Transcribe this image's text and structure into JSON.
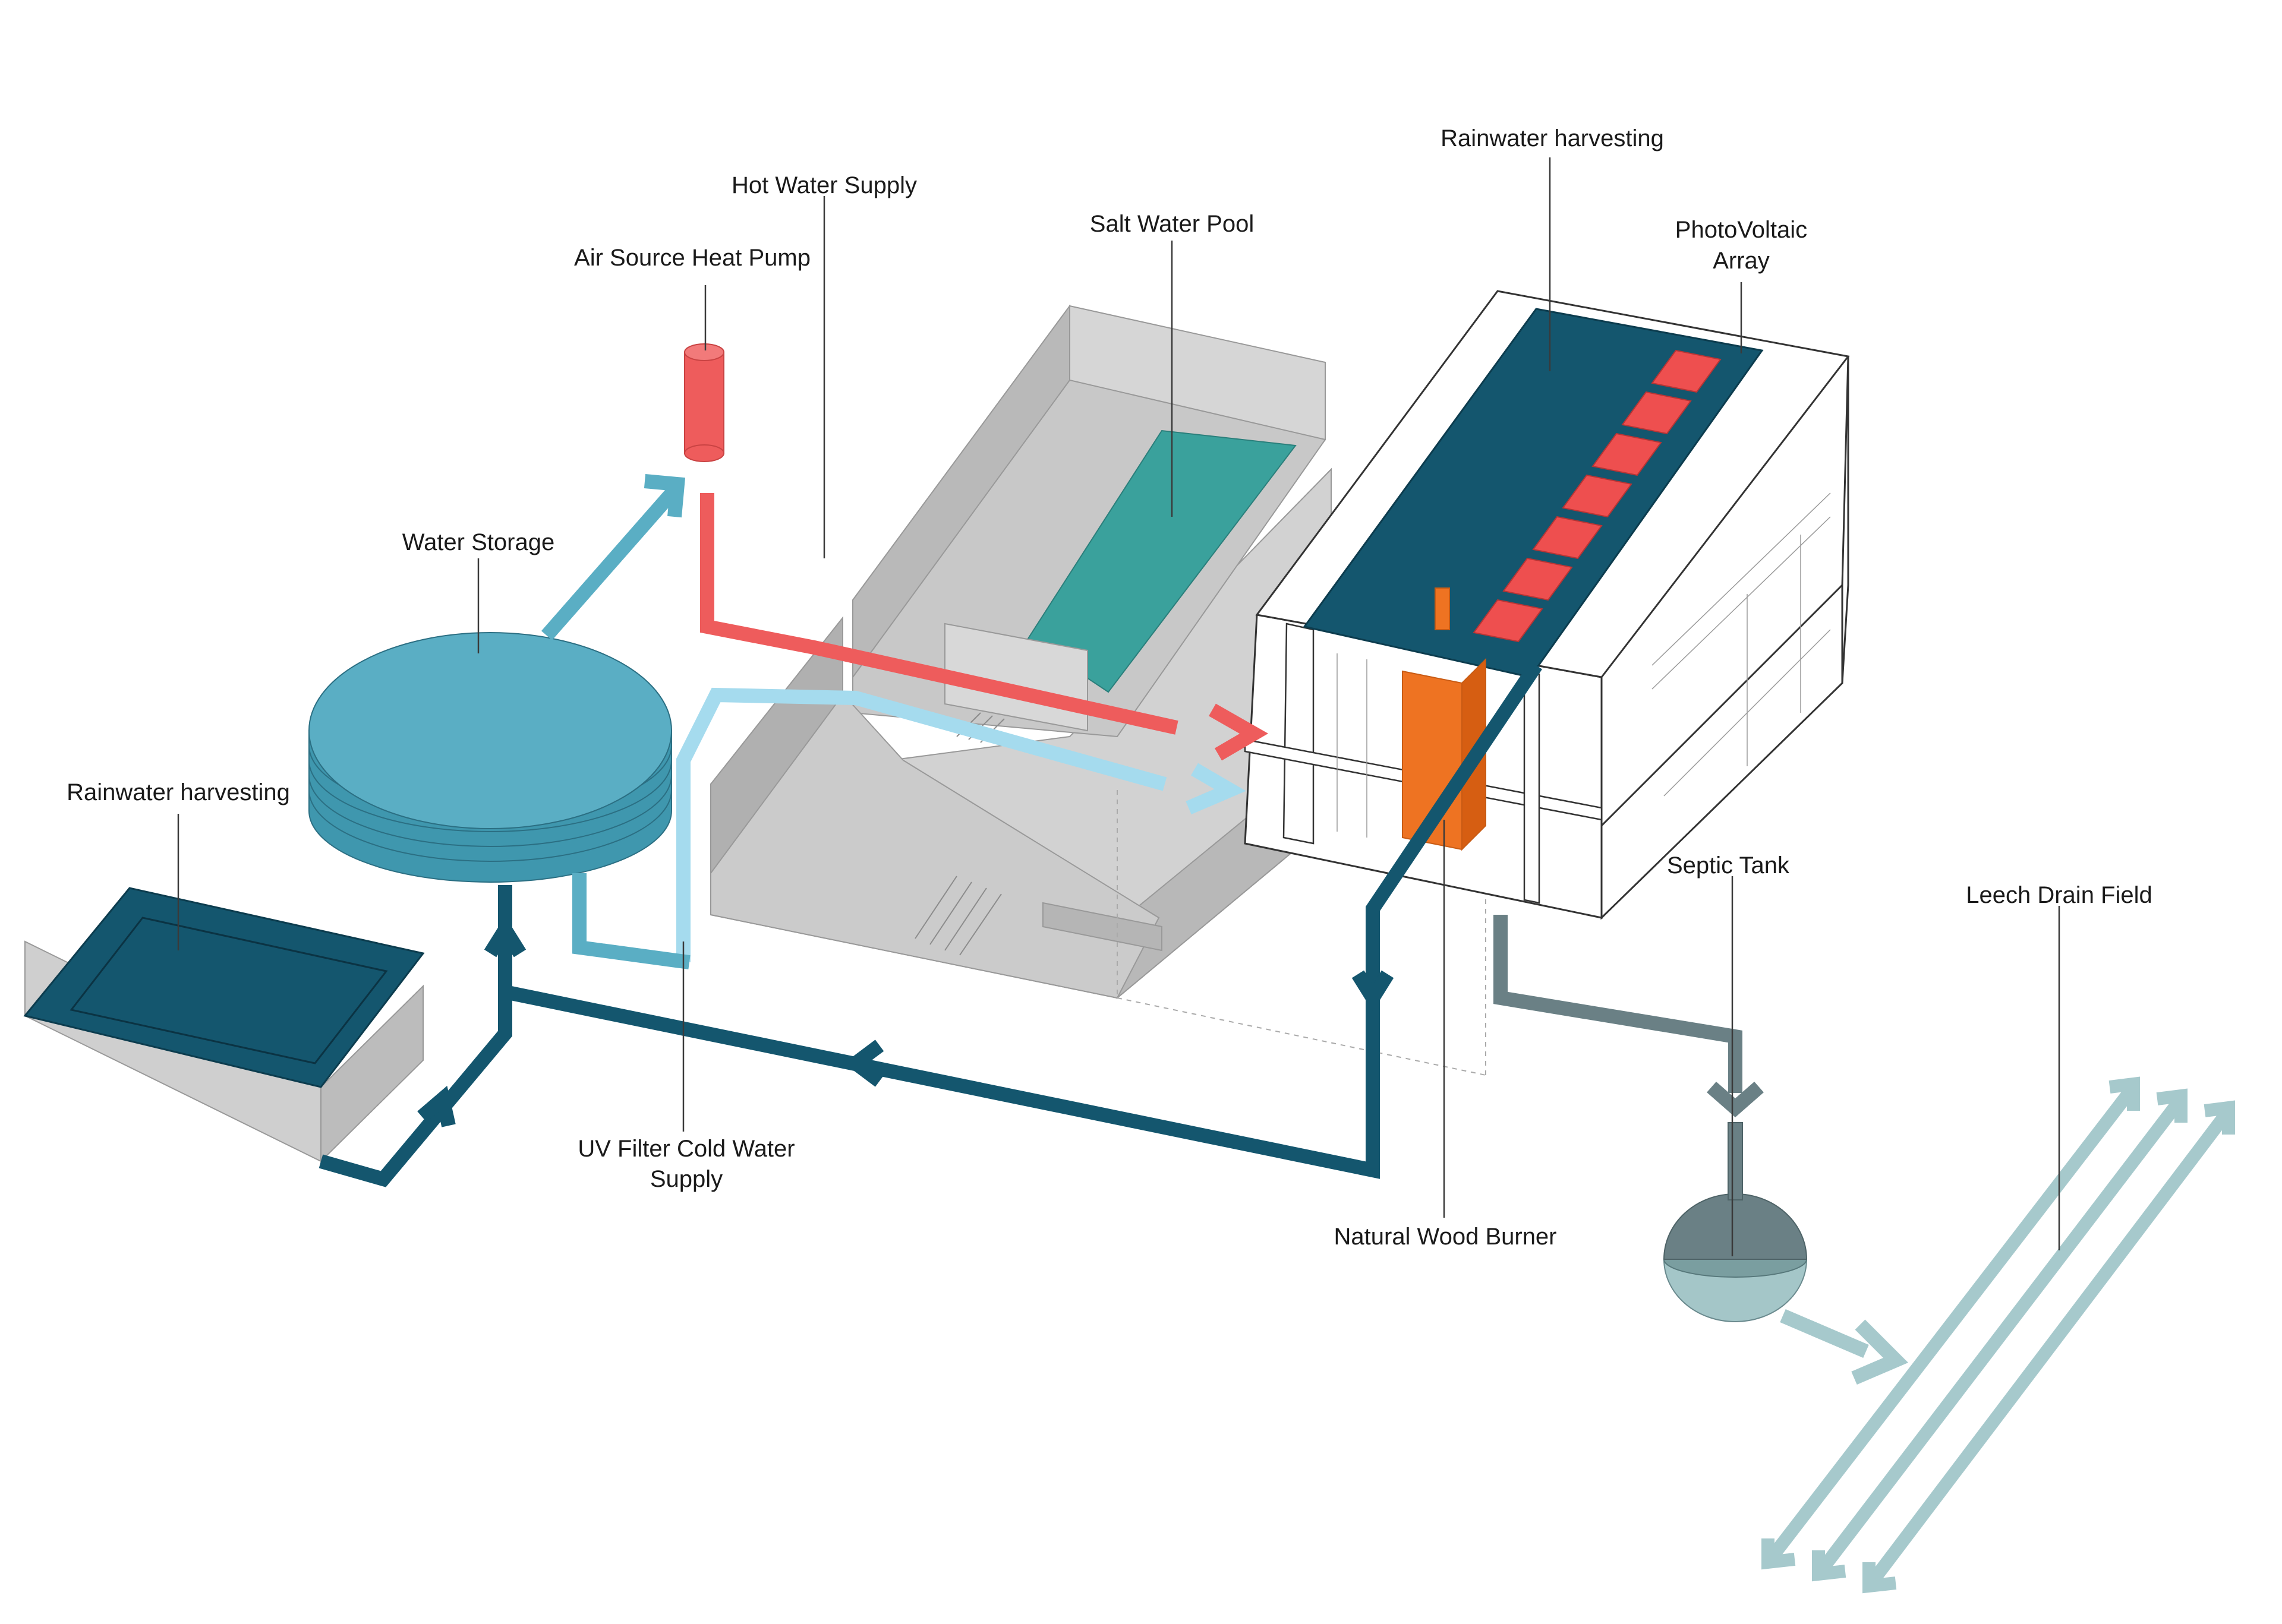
{
  "labels": {
    "rainwater_roof": "Rainwater harvesting",
    "pv_line1": "PhotoVoltaic",
    "pv_line2": "Array",
    "hot_water": "Hot Water Supply",
    "salt_pool": "Salt Water Pool",
    "heat_pump": "Air Source Heat Pump",
    "water_storage": "Water Storage",
    "rainwater_tank": "Rainwater harvesting",
    "uv_line1": "UV Filter Cold Water",
    "uv_line2": "Supply",
    "wood_burner": "Natural Wood Burner",
    "septic": "Septic Tank",
    "leech": "Leech Drain Field"
  },
  "colors": {
    "dark_teal": "#14566e",
    "storage": "#5aaec4",
    "cold_supply": "#a5dbee",
    "hot_red": "#ee5c5c",
    "pool_water": "#3aa19c",
    "concrete": "#cdcdcd",
    "concrete_dark": "#b3b3b3",
    "burner_orange": "#ee7322",
    "septic_grey": "#6a8085",
    "drain": "#a6c9cc"
  }
}
